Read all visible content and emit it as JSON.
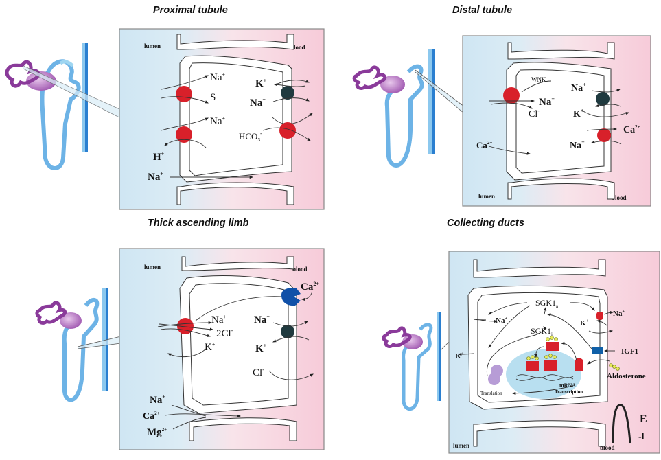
{
  "panels": [
    {
      "id": "proximal",
      "title": "Proximal tubule",
      "side_labels": {
        "left": "lumen",
        "right": "blood"
      },
      "labels": [
        {
          "text": "Na",
          "sup": "+"
        },
        {
          "text": "S",
          "sup": ""
        },
        {
          "text": "Na",
          "sup": "+"
        },
        {
          "text": "H",
          "sup": "+"
        },
        {
          "text": "Na",
          "sup": "+"
        },
        {
          "text": "K",
          "sup": "+"
        },
        {
          "text": "Na",
          "sup": "+"
        },
        {
          "text": "HCO",
          "sub": "3",
          "sup": "-"
        }
      ],
      "transporters": [
        {
          "type": "cotransporter",
          "color": "#d8202a",
          "membrane": "apical"
        },
        {
          "type": "antiporter",
          "color": "#d8202a",
          "membrane": "apical"
        },
        {
          "type": "pump",
          "color": "#1f3a3f",
          "membrane": "basolateral"
        },
        {
          "type": "cotransporter",
          "color": "#d8202a",
          "membrane": "basolateral"
        }
      ]
    },
    {
      "id": "distal",
      "title": "Distal tubule",
      "side_labels": {
        "left": "lumen",
        "right": "blood"
      },
      "labels": [
        {
          "text": "WNK",
          "sup": ""
        },
        {
          "text": "Na",
          "sup": "+"
        },
        {
          "text": "Cl",
          "sup": "-"
        },
        {
          "text": "Ca",
          "sup": "2+"
        },
        {
          "text": "Na",
          "sup": "+"
        },
        {
          "text": "K",
          "sup": "+"
        },
        {
          "text": "Ca",
          "sup": "2+"
        },
        {
          "text": "Na",
          "sup": "+"
        }
      ],
      "transporters": [
        {
          "type": "cotransporter",
          "color": "#d8202a",
          "membrane": "apical"
        },
        {
          "type": "pump",
          "color": "#1f3a3f",
          "membrane": "basolateral"
        },
        {
          "type": "exchanger",
          "color": "#d8202a",
          "membrane": "basolateral"
        }
      ]
    },
    {
      "id": "tal",
      "title": "Thick ascending limb",
      "side_labels": {
        "left": "lumen",
        "right": "blood"
      },
      "labels": [
        {
          "text": "Na",
          "sup": "+"
        },
        {
          "text": "2Cl",
          "sup": "-"
        },
        {
          "text": "K",
          "sup": "+"
        },
        {
          "text": "Ca",
          "sup": "2+"
        },
        {
          "text": "Na",
          "sup": "+"
        },
        {
          "text": "K",
          "sup": "+"
        },
        {
          "text": "Cl",
          "sup": "-"
        },
        {
          "text": "Na",
          "sup": "+"
        },
        {
          "text": "Ca",
          "sup": "2+"
        },
        {
          "text": "Mg",
          "sup": "2+"
        }
      ],
      "transporters": [
        {
          "type": "cotransporter",
          "color": "#d8202a",
          "membrane": "apical"
        },
        {
          "type": "receptor",
          "color": "#1050a8",
          "membrane": "basolateral"
        },
        {
          "type": "pump",
          "color": "#1f3a3f",
          "membrane": "basolateral"
        }
      ]
    },
    {
      "id": "collecting",
      "title": "Collecting ducts",
      "side_labels": {
        "left": "lumen",
        "right": "blood"
      },
      "labels": [
        {
          "text": "SGK1",
          "sub": "a"
        },
        {
          "text": "SGK1",
          "sub": "i"
        },
        {
          "text": "Na",
          "sup": "+"
        },
        {
          "text": "K",
          "sup": "+"
        },
        {
          "text": "Na",
          "sup": "+"
        },
        {
          "text": "K",
          "sup": "+"
        },
        {
          "text": "IGF1"
        },
        {
          "text": "Aldosterone"
        },
        {
          "text": "mRNA"
        },
        {
          "text": "Transcription"
        },
        {
          "text": "Translation"
        }
      ],
      "transporters": [
        {
          "type": "pump",
          "color": "#d8202a",
          "membrane": "basolateral"
        },
        {
          "type": "receptor",
          "color": "#1060a8",
          "membrane": "basolateral"
        }
      ]
    }
  ],
  "colors": {
    "lumen": "#cfe6f3",
    "blood": "#f7cfdc",
    "transporter_red": "#d8202a",
    "pump_dark": "#1f3a3f",
    "receptor_blue": "#1050a8",
    "nephron_blue": "#6db3e6",
    "collecting_duct_blue": "#2a7fd0",
    "glomerulus_purple": "#8a3a9a"
  }
}
